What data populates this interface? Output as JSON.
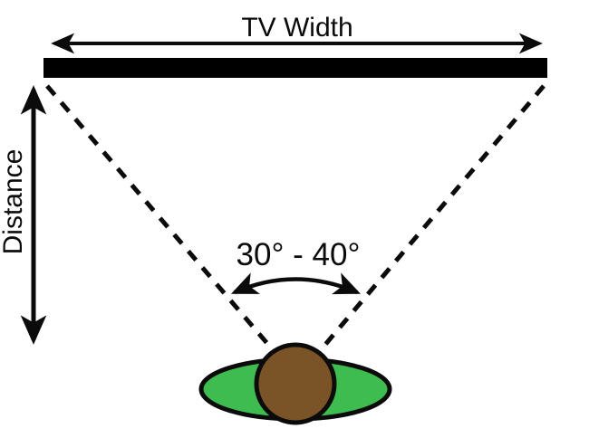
{
  "diagram": {
    "tv_width_label": "TV Width",
    "distance_label": "Distance",
    "angle_label": "30° - 40°"
  },
  "colors": {
    "background": "#ffffff",
    "line": "#0b0b0b",
    "tv_bar": "#000000",
    "head_fill": "#7a5426",
    "shoulders_fill": "#3fbc4f"
  }
}
